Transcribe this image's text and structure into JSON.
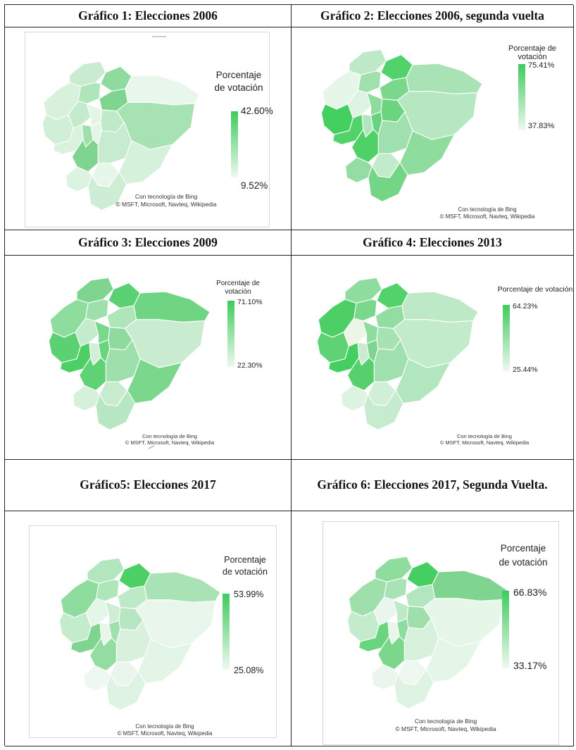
{
  "maps": [
    {
      "title": "Gráfico 1: Elecciones 2006",
      "legend_title": "Porcentaje de votación",
      "max_label": "42.60%",
      "min_label": "9.52%",
      "credit_line1": "Con tecnología de Bing",
      "credit_line2": "© MSFT, Microsoft, Navteq, Wikipedia",
      "colors": [
        "#c9ecd0",
        "#8fdb9f",
        "#d7f1dc",
        "#aee5b9",
        "#7fd490",
        "#e9f6ec",
        "#d1efd7",
        "#c4ebcc",
        "#e2f5e6",
        "#bfe9c8",
        "#a6e2b2",
        "#d9f2de",
        "#9edfab",
        "#e4f6e8",
        "#7fd490",
        "#c6ebce",
        "#d5f0db",
        "#e6f6e9",
        "#dcf3e1",
        "#cdeed4"
      ]
    },
    {
      "title": "Gráfico 2: Elecciones 2006, segunda vuelta",
      "legend_title": "Porcentaje de votación",
      "max_label": "75.41%",
      "min_label": "37.83%",
      "credit_line1": "Con tecnología de Bing",
      "credit_line2": "© MSFT, Microsoft, Navteq, Wikipedia",
      "colors": [
        "#bde9c6",
        "#52d26b",
        "#e6f6e9",
        "#9fe0ad",
        "#7ad78c",
        "#a9e3b5",
        "#45cf60",
        "#dff3e3",
        "#8edc9e",
        "#6bd47f",
        "#b6e7c1",
        "#52d26b",
        "#b2e6be",
        "#67d37c",
        "#4fd168",
        "#a0e0ae",
        "#8edc9e",
        "#c2ebcb",
        "#93dda2",
        "#74d587"
      ]
    },
    {
      "title": "Gráfico 3: Elecciones 2009",
      "legend_title": "Porcentaje de votación",
      "max_label": "71.10%",
      "min_label": "22.30%",
      "credit_line1": "Con tecnología de Bing",
      "credit_line2": "© MSFT, Microsoft, Navteq, Wikipedia",
      "colors": [
        "#7fd490",
        "#5bd173",
        "#8edc9e",
        "#9edfab",
        "#aee5b9",
        "#6fd582",
        "#5bd173",
        "#c4ebcc",
        "#7ad78c",
        "#8fdb9f",
        "#c9ecd0",
        "#4dcf65",
        "#d1efd7",
        "#6bd47f",
        "#5fd275",
        "#9edfab",
        "#7ad78c",
        "#c6ebce",
        "#d5f0db",
        "#b7e7c2"
      ]
    },
    {
      "title": "Gráfico 4: Elecciones 2013",
      "legend_title": "Porcentaje de votación",
      "max_label": "64.23%",
      "min_label": "25.44%",
      "credit_line1": "Con tecnología de Bing",
      "credit_line2": "© MSFT, Microsoft, Navteq, Wikipedia",
      "colors": [
        "#8edc9e",
        "#52d26b",
        "#4dcf65",
        "#7ad78c",
        "#93dda2",
        "#bde9c6",
        "#5fd275",
        "#edf5e6",
        "#8edc9e",
        "#a6e2b2",
        "#c2ebcb",
        "#45cf60",
        "#c9ecd0",
        "#7fd490",
        "#55d06d",
        "#a0e0ae",
        "#b2e6be",
        "#d1efd7",
        "#dcf3e1",
        "#c6ebce"
      ]
    },
    {
      "title": "Gráfico5: Elecciones 2017",
      "legend_title": "Porcentaje de votación",
      "max_label": "53.99%",
      "min_label": "25.08%",
      "credit_line1": "Con tecnología de Bing",
      "credit_line2": "© MSFT, Microsoft, Navteq, Wikipedia",
      "colors": [
        "#b2e6be",
        "#4dcf65",
        "#8edc9e",
        "#aee5b9",
        "#bde9c6",
        "#a9e3b5",
        "#c4ebcc",
        "#e4f6e8",
        "#cdeed4",
        "#b7e7c2",
        "#e9f6ec",
        "#7fd490",
        "#e6f6e9",
        "#a0e0ae",
        "#93dda2",
        "#d7f1dc",
        "#e2f5e6",
        "#eaf6ed",
        "#eef8f0",
        "#dff3e3"
      ]
    },
    {
      "title": "Gráfico 6: Elecciones 2017, Segunda Vuelta.",
      "legend_title": "Porcentaje de votación",
      "max_label": "66.83%",
      "min_label": "33.17%",
      "credit_line1": "Con tecnología de Bing",
      "credit_line2": "© MSFT, Microsoft, Navteq, Wikipedia",
      "colors": [
        "#8edc9e",
        "#45cf60",
        "#9edfab",
        "#a9e3b5",
        "#b2e6be",
        "#7fd490",
        "#c4ebcc",
        "#eaf6ed",
        "#bde9c6",
        "#9edfab",
        "#e6f6e9",
        "#6bd47f",
        "#e9f6ec",
        "#8edc9e",
        "#7ad78c",
        "#d7f1dc",
        "#e4f6e8",
        "#eef8f0",
        "#eaf6ed",
        "#dff3e3"
      ]
    }
  ]
}
